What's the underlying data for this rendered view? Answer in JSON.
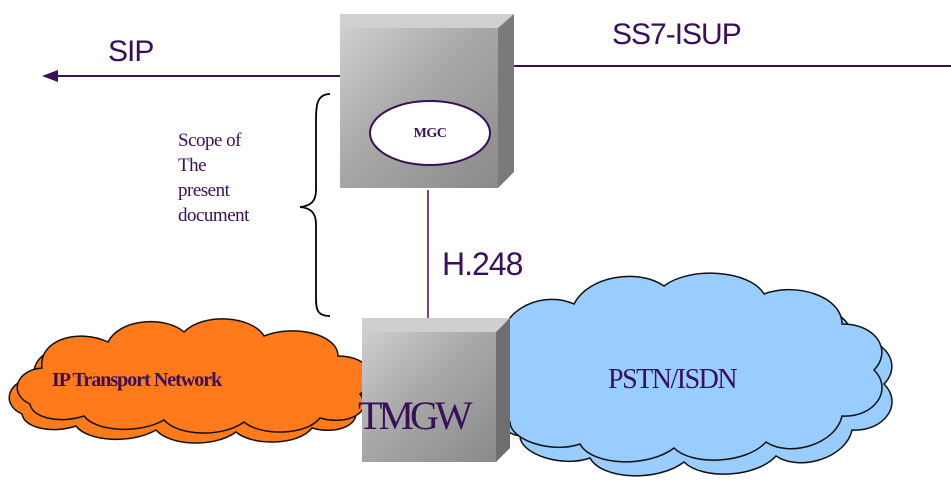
{
  "diagram": {
    "protocols": {
      "sip": "SIP",
      "ss7_isup": "SS7-ISUP",
      "h248": "H.248"
    },
    "nodes": {
      "mgc": "MGC",
      "tmgw": "TMGW"
    },
    "networks": {
      "ip": "IP Transport Network",
      "pstn": "PSTN/ISDN"
    },
    "scope": {
      "line1": "Scope of",
      "line2": "The",
      "line3": "present",
      "line4": "document"
    }
  },
  "colors": {
    "text_purple": "#3a0f5a",
    "line_purple": "#3a0f5a",
    "box_gray": "#9a9a9a",
    "ip_cloud_orange": "#ff7a1a",
    "pstn_cloud_blue": "#99ccff",
    "mgc_ellipse_fill": "#ffffff"
  }
}
